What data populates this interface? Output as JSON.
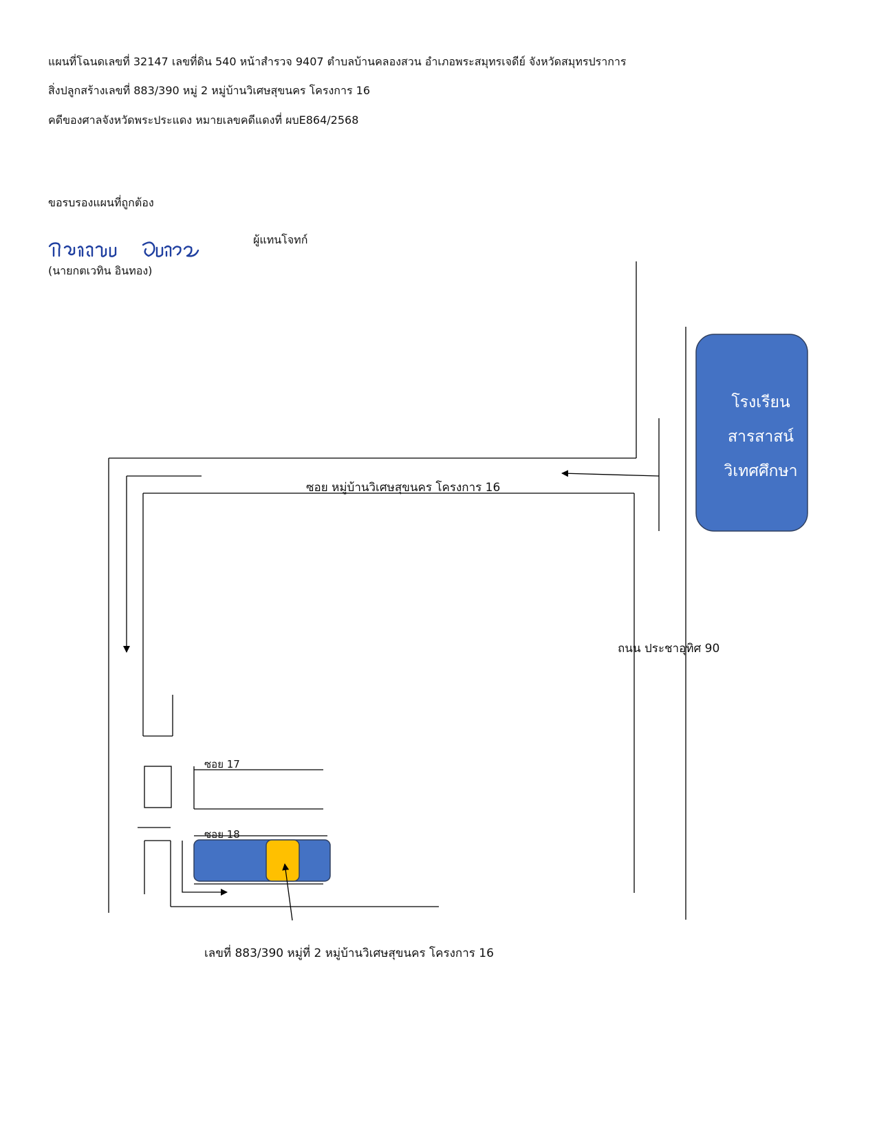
{
  "header": {
    "line1": "แผนที่โฉนดเลขที่ 32147 เลขที่ดิน 540 หน้าสำรวจ 9407 ตำบลบ้านคลองสวน อำเภอพระสมุทรเจดีย์ จังหวัดสมุทรปราการ",
    "line2": "สิ่งปลูกสร้างเลขที่ 883/390 หมู่ 2 หมู่บ้านวิเศษสุขนคร โครงการ 16",
    "line3": "คดีของศาลจังหวัดพระประแดง หมายเลขคดีแดงที่ ผบE864/2568"
  },
  "certification": {
    "statement": "ขอรบรองแผนที่ถูกต้อง",
    "signature": "กตเวทิน อินทอง",
    "role": "ผู้แทนโจทก์",
    "printed_name": "(นายกตเวทิน  อินทอง)"
  },
  "map": {
    "school_lines": [
      "โรงเรียน",
      "สารสาสน์",
      "วิเทศศึกษา"
    ],
    "main_soi": "ซอย หมู่บ้านวิเศษสุขนคร โครงการ 16",
    "main_road": "ถนน ประชาอุทิศ 90",
    "soi17": "ซอย 17",
    "soi18": "ซอย 18",
    "target_label": "เลขที่ 883/390 หมู่ที่ 2 หมู่บ้านวิเศษสุขนคร โครงการ 16",
    "colors": {
      "building": "#4472C4",
      "target": "#FFC000",
      "outline": "#2F3F5F"
    }
  }
}
